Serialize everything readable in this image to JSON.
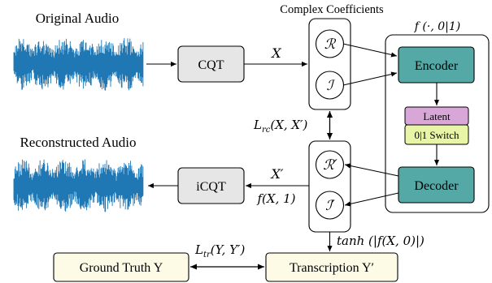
{
  "labels": {
    "original_audio": "Original Audio",
    "reconstructed_audio": "Reconstructed Audio",
    "complex_coefficients": "Complex Coefficients",
    "f_title": "f (·, 0|1)"
  },
  "blocks": {
    "cqt": "CQT",
    "icqt": "iCQT",
    "encoder": "Encoder",
    "decoder": "Decoder",
    "latent": "Latent",
    "switch": "0|1 Switch",
    "ground_truth": "Ground Truth Y",
    "transcription": "Transcription Y′"
  },
  "circles": {
    "real": "ℛ",
    "imag": "ℐ",
    "real_prime": "ℛ′",
    "imag_prime": "ℐ′"
  },
  "edge_labels": {
    "x": "X",
    "x_prime": "X′",
    "f_x1": "f(X, 1)",
    "l_rc": "L",
    "l_rc_sub": "rc",
    "l_rc_args": "(X, X′)",
    "l_tr": "L",
    "l_tr_sub": "tr",
    "l_tr_args": "(Y, Y′)",
    "tanh": "tanh (|f(X, 0)|)"
  },
  "colors": {
    "waveform": "#1f77b4",
    "cqt_fill": "#e6e6e6",
    "encoder_fill": "#54a9a7",
    "latent_fill": "#d8a7d8",
    "switch_fill": "#e8f5a6",
    "output_fill": "#fdfbe6",
    "stroke": "#000000"
  }
}
